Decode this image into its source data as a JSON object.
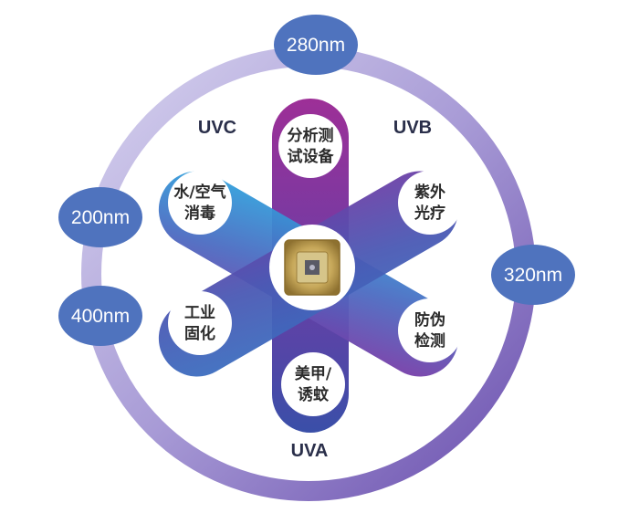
{
  "wavelengths": {
    "nm280": "280nm",
    "nm200": "200nm",
    "nm320": "320nm",
    "nm400": "400nm"
  },
  "bands": {
    "uvc": "UVC",
    "uvb": "UVB",
    "uva": "UVA"
  },
  "applications": {
    "analysis_line1": "分析测",
    "analysis_line2": "试设备",
    "disinfection_line1": "水/空气",
    "disinfection_line2": "消毒",
    "phototherapy_line1": "紫外",
    "phototherapy_line2": "光疗",
    "curing_line1": "工业",
    "curing_line2": "固化",
    "anticounterfeit_line1": "防伪",
    "anticounterfeit_line2": "检测",
    "nail_line1": "美甲/",
    "nail_line2": "诱蚊"
  },
  "colors": {
    "ring_light": "#c9c3e6",
    "ring_dark": "#7b64b8",
    "wavelength_node": "#4e74bf",
    "blue_petal": "#35a3dd",
    "violet_petal": "#6b3fa8",
    "magenta_petal": "#9a2f95",
    "indigo_petal": "#5a55b5"
  }
}
